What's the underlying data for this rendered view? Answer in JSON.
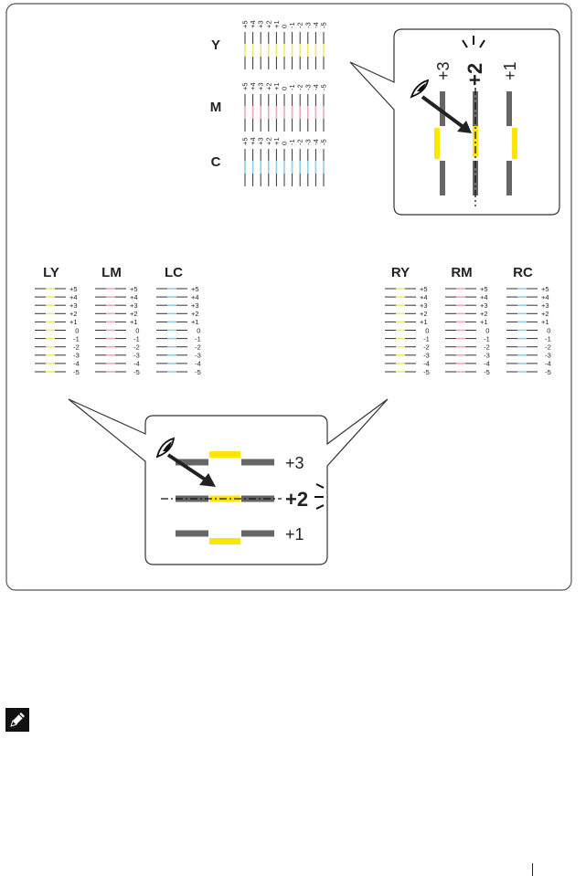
{
  "vertical_charts": [
    {
      "label": "Y",
      "color": "#ecec6a"
    },
    {
      "label": "M",
      "color": "#f0a8b8"
    },
    {
      "label": "C",
      "color": "#8fd0e8"
    }
  ],
  "vertical_ticks": [
    "+5",
    "+4",
    "+3",
    "+2",
    "+1",
    "0",
    "-1",
    "-2",
    "-3",
    "-4",
    "-5"
  ],
  "zoom_top": {
    "labels": [
      "+3",
      "+2",
      "+1"
    ],
    "best": "+2",
    "highlight_color": "#ffe600"
  },
  "horizontal_left": [
    {
      "label": "LY",
      "color": "#ecec6a"
    },
    {
      "label": "LM",
      "color": "#f0a8b8"
    },
    {
      "label": "LC",
      "color": "#8fd0e8"
    }
  ],
  "horizontal_right": [
    {
      "label": "RY",
      "color": "#ecec6a"
    },
    {
      "label": "RM",
      "color": "#f0a8b8"
    },
    {
      "label": "RC",
      "color": "#8fd0e8"
    }
  ],
  "horizontal_ticks": [
    "+5",
    "+4",
    "+3",
    "+2",
    "+1",
    "0",
    "-1",
    "-2",
    "-3",
    "-4",
    "-5"
  ],
  "zoom_bottom": {
    "labels": [
      "+3",
      "+2",
      "+1"
    ],
    "best": "+2",
    "highlight_color": "#ffe600"
  },
  "icons": {
    "note": "pencil-note-icon",
    "eye": "eye-icon",
    "arrow": "arrow-icon",
    "sparkle": "emphasis-marks-icon"
  }
}
